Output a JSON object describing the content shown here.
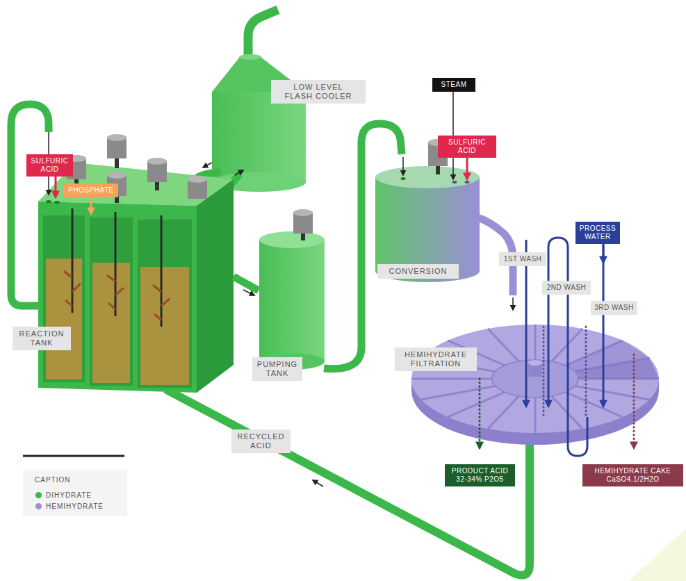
{
  "diagram": {
    "nodes": [
      {
        "text": [
          "STEAM"
        ]
      },
      {
        "text": [
          "LOW LEVEL FLASH COOLER"
        ]
      },
      {
        "text": [
          "SULFURIC ACID"
        ]
      },
      {
        "text": [
          "SULFURIC ACID"
        ]
      },
      {
        "text": [
          "PHOSPHATE"
        ]
      },
      {
        "text": [
          "PROCESS WATER"
        ]
      },
      {
        "text": [
          "1ST WASH"
        ]
      },
      {
        "text": [
          "CONVERSION"
        ]
      },
      {
        "text": [
          "2ND WASH"
        ]
      },
      {
        "text": [
          "3RD WASH"
        ]
      },
      {
        "text": [
          "REACTION TANK"
        ]
      },
      {
        "text": [
          "HEMIHYDRATE FILTRATION"
        ]
      },
      {
        "text": [
          "PUMPING TANK"
        ]
      },
      {
        "text": [
          "RECYCLED ACID"
        ]
      },
      {
        "text": [
          "PRODUCT ACID 32-34% P2O5"
        ]
      },
      {
        "text": [
          "HEMIHYDRATE CAKE CaSO4.1/2H2O"
        ]
      }
    ],
    "labels": [
      "CAPTION"
    ],
    "legend": [
      {
        "text": "DIHYDRATE",
        "color": "#3cb84a"
      },
      {
        "text": "HEMIHYDRATE",
        "color": "#9b8fd6"
      }
    ]
  }
}
